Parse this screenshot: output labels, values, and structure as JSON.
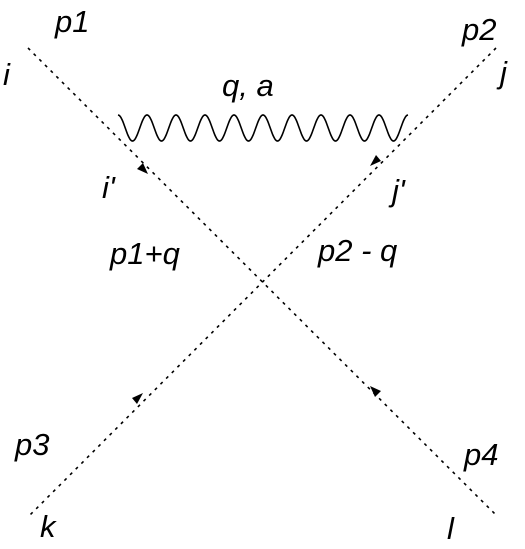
{
  "diagram": {
    "labels": {
      "p1": "p1",
      "p2": "p2",
      "p3": "p3",
      "p4": "p4",
      "i": "i",
      "j": "j",
      "k": "k",
      "l": "l",
      "i_prime": "i'",
      "j_prime": "j'",
      "photon": "q, a",
      "p1_plus_q": "p1+q",
      "p2_minus_q": "p2 - q"
    },
    "colors": {
      "ink": "#000000",
      "background": "#ffffff"
    }
  }
}
